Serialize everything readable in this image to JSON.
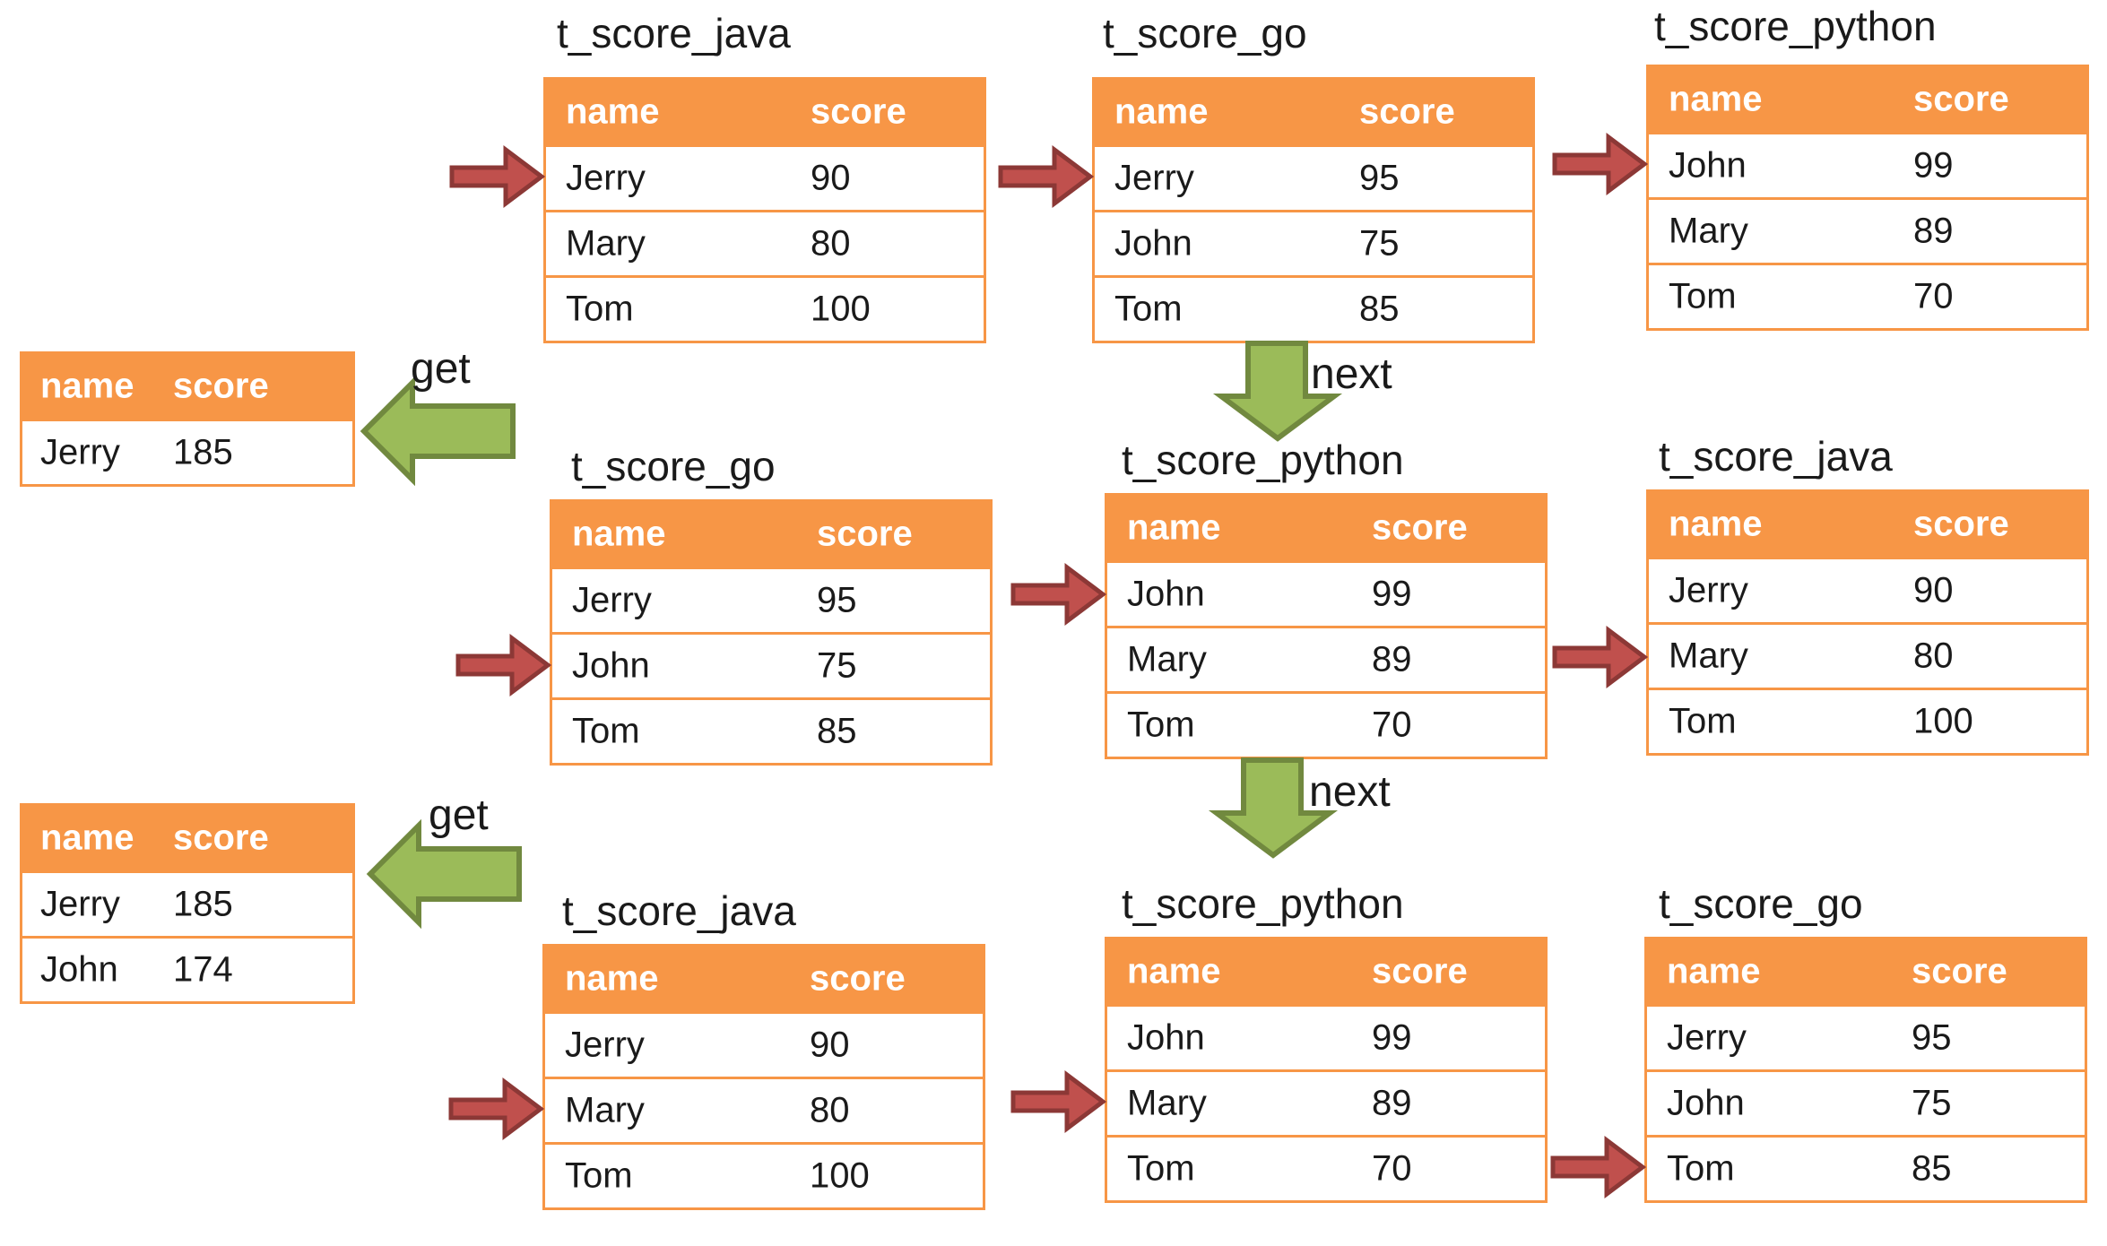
{
  "labels": {
    "next": "next",
    "get": "get"
  },
  "columns": {
    "name": "name",
    "score": "score"
  },
  "colors": {
    "header_bg": "#F79646",
    "table_border": "#F79646",
    "arrow_red_fill": "#C0504D",
    "arrow_red_stroke": "#8C3836",
    "arrow_green_fill": "#9BBB59",
    "arrow_green_stroke": "#71893F"
  },
  "score_tables": [
    {
      "title": "t_score_java",
      "pointer_row": 0,
      "rows": [
        [
          "Jerry",
          "90"
        ],
        [
          "Mary",
          "80"
        ],
        [
          "Tom",
          "100"
        ]
      ]
    },
    {
      "title": "t_score_go",
      "pointer_row": 0,
      "rows": [
        [
          "Jerry",
          "95"
        ],
        [
          "John",
          "75"
        ],
        [
          "Tom",
          "85"
        ]
      ]
    },
    {
      "title": "t_score_python",
      "pointer_row": 0,
      "rows": [
        [
          "John",
          "99"
        ],
        [
          "Mary",
          "89"
        ],
        [
          "Tom",
          "70"
        ]
      ]
    },
    {
      "title": "t_score_go",
      "pointer_row": 1,
      "rows": [
        [
          "Jerry",
          "95"
        ],
        [
          "John",
          "75"
        ],
        [
          "Tom",
          "85"
        ]
      ]
    },
    {
      "title": "t_score_python",
      "pointer_row": 0,
      "rows": [
        [
          "John",
          "99"
        ],
        [
          "Mary",
          "89"
        ],
        [
          "Tom",
          "70"
        ]
      ]
    },
    {
      "title": "t_score_java",
      "pointer_row": 1,
      "rows": [
        [
          "Jerry",
          "90"
        ],
        [
          "Mary",
          "80"
        ],
        [
          "Tom",
          "100"
        ]
      ]
    },
    {
      "title": "t_score_java",
      "pointer_row": 1,
      "rows": [
        [
          "Jerry",
          "90"
        ],
        [
          "Mary",
          "80"
        ],
        [
          "Tom",
          "100"
        ]
      ]
    },
    {
      "title": "t_score_python",
      "pointer_row": 1,
      "rows": [
        [
          "John",
          "99"
        ],
        [
          "Mary",
          "89"
        ],
        [
          "Tom",
          "70"
        ]
      ]
    },
    {
      "title": "t_score_go",
      "pointer_row": 2,
      "rows": [
        [
          "Jerry",
          "95"
        ],
        [
          "John",
          "75"
        ],
        [
          "Tom",
          "85"
        ]
      ]
    }
  ],
  "result_tables": [
    {
      "rows": [
        [
          "Jerry",
          "185"
        ]
      ]
    },
    {
      "rows": [
        [
          "Jerry",
          "185"
        ],
        [
          "John",
          "174"
        ]
      ]
    }
  ]
}
